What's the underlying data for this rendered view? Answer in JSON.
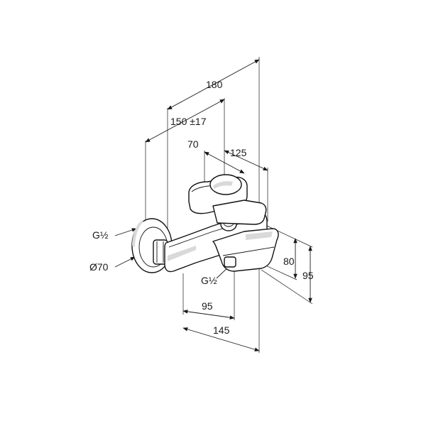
{
  "dimensions": {
    "overall_depth": "180",
    "inlet_spacing": "150 ±17",
    "lever_offset": "70",
    "lever_depth": "125",
    "spout_height": "80",
    "total_height": "95",
    "outlet_offset": "95",
    "spout_reach": "145",
    "inlet_thread": "G½",
    "outlet_thread": "G½",
    "escutcheon_diameter": "Ø70"
  }
}
